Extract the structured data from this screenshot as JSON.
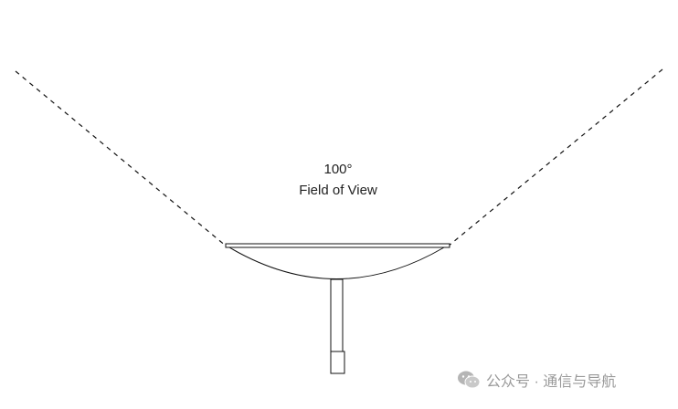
{
  "diagram": {
    "fov_angle": "100°",
    "fov_caption": "Field of View",
    "colors": {
      "line": "#111111",
      "stroke_dashed": "#111111",
      "fill": "#ffffff",
      "text": "#222222"
    }
  },
  "watermark": {
    "icon": "wechat-icon",
    "text": "公众号 · 通信与导航",
    "color": "#9a9a9a"
  }
}
